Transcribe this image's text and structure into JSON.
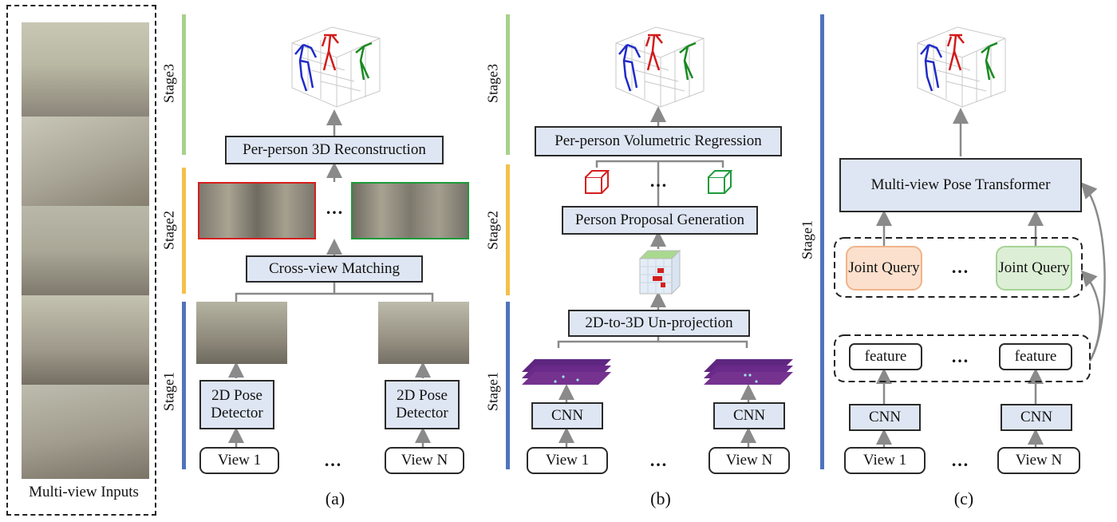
{
  "inputs_panel": {
    "label": "Multi-view Inputs"
  },
  "panel_a": {
    "caption": "(a)",
    "stage3": "Stage3",
    "stage2": "Stage2",
    "stage1": "Stage1",
    "reconstruction": "Per-person 3D Reconstruction",
    "matching": "Cross-view Matching",
    "detector_left": "2D Pose Detector",
    "detector_right": "2D Pose Detector",
    "view_left": "View 1",
    "view_right": "View N",
    "dots": "…"
  },
  "panel_b": {
    "caption": "(b)",
    "stage3": "Stage3",
    "stage2": "Stage2",
    "stage1": "Stage1",
    "regression": "Per-person Volumetric Regression",
    "proposal": "Person Proposal Generation",
    "unprojection": "2D-to-3D Un-projection",
    "cnn_left": "CNN",
    "cnn_right": "CNN",
    "view_left": "View 1",
    "view_right": "View N",
    "dots": "…"
  },
  "panel_c": {
    "caption": "(c)",
    "stage1": "Stage1",
    "transformer": "Multi-view Pose Transformer",
    "query_left": "Joint Query",
    "query_right": "Joint Query",
    "feature_left": "feature",
    "feature_right": "feature",
    "cnn_left": "CNN",
    "cnn_right": "CNN",
    "view_left": "View 1",
    "view_right": "View N",
    "dots": "…"
  },
  "colors": {
    "box_fill": "#dfe6f3",
    "stage3": "#a8d18d",
    "stage2": "#f5c04a",
    "stage1": "#4f73bd",
    "query_orange": "#fbe0cd",
    "query_green": "#dcefd6",
    "heatmap": "#6a2a8a"
  }
}
